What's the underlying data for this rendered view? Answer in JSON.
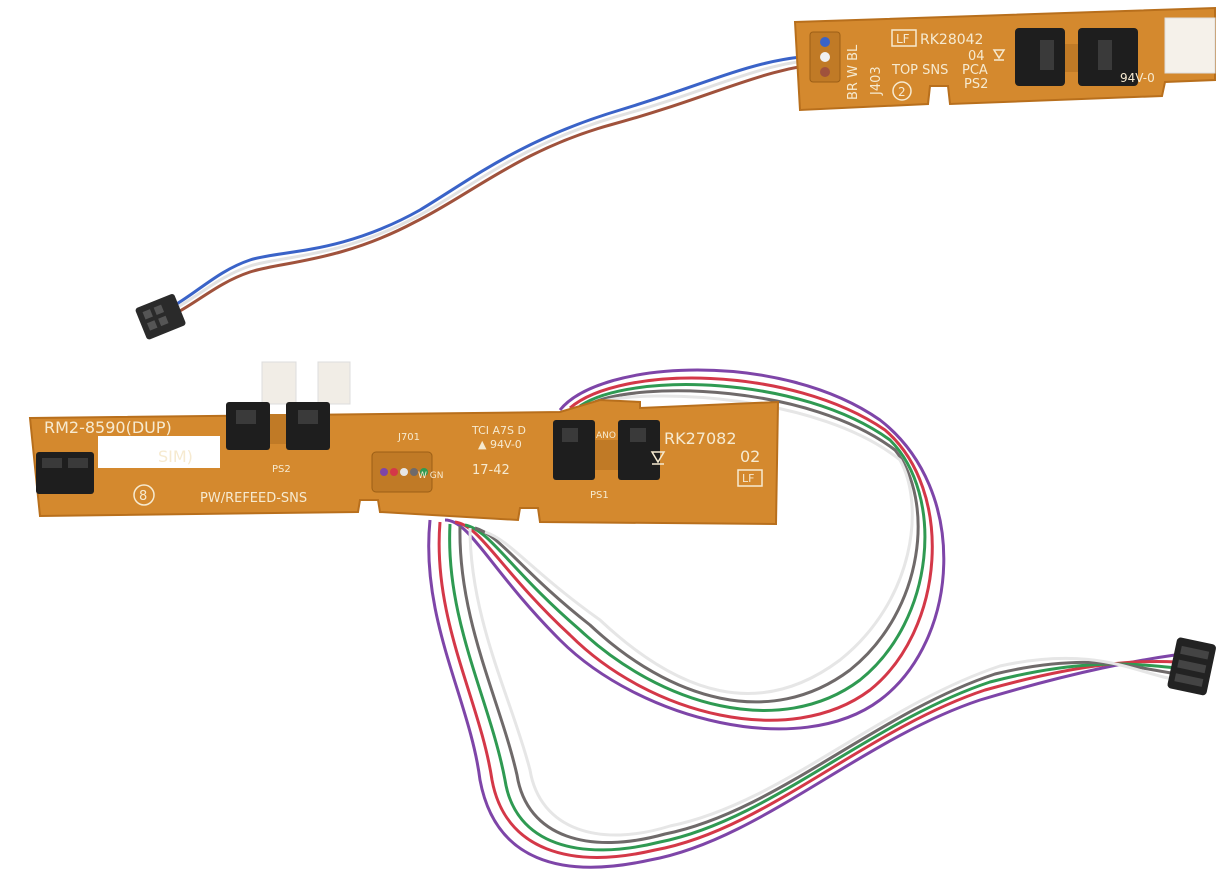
{
  "top_board": {
    "part_number": "RK28042",
    "revision": "04",
    "connector_ref": "J403",
    "wire_colors_label": "BR W BL",
    "function_label": "TOP SNS",
    "pca_label": "PCA",
    "sensor_ref": "PS2",
    "circle_number": "2",
    "flame_rating": "94V-0",
    "lead_free_mark": "LF"
  },
  "bottom_board": {
    "part_number_prefix": "RM2-8590(DUP)",
    "part_number_suffix": "SIM)",
    "board_code": "RK27082",
    "revision": "02",
    "lead_free_mark": "LF",
    "function_label": "PW/REFEED-SNS",
    "connector_ref": "J701",
    "manufacturer_code": "TCI A7S D",
    "flame_rating": "▲ 94V-0",
    "date_code": "17-42",
    "sensor_ref_1": "PS1",
    "sensor_ref_2": "PS2",
    "circle_number": "8",
    "pin_label_gn": "W GN",
    "anode_label": "ANO"
  },
  "colors": {
    "pcb": "#d4892e",
    "pcb_edge": "#b86f1c",
    "sensor": "#1e1e1e",
    "wire_blue": "#3a63c8",
    "wire_brown": "#a0523c",
    "wire_red": "#d43848",
    "wire_green": "#2f9a52",
    "wire_purple": "#7e45a8",
    "wire_gray": "#6f6a6a",
    "wire_white": "#ececec"
  }
}
